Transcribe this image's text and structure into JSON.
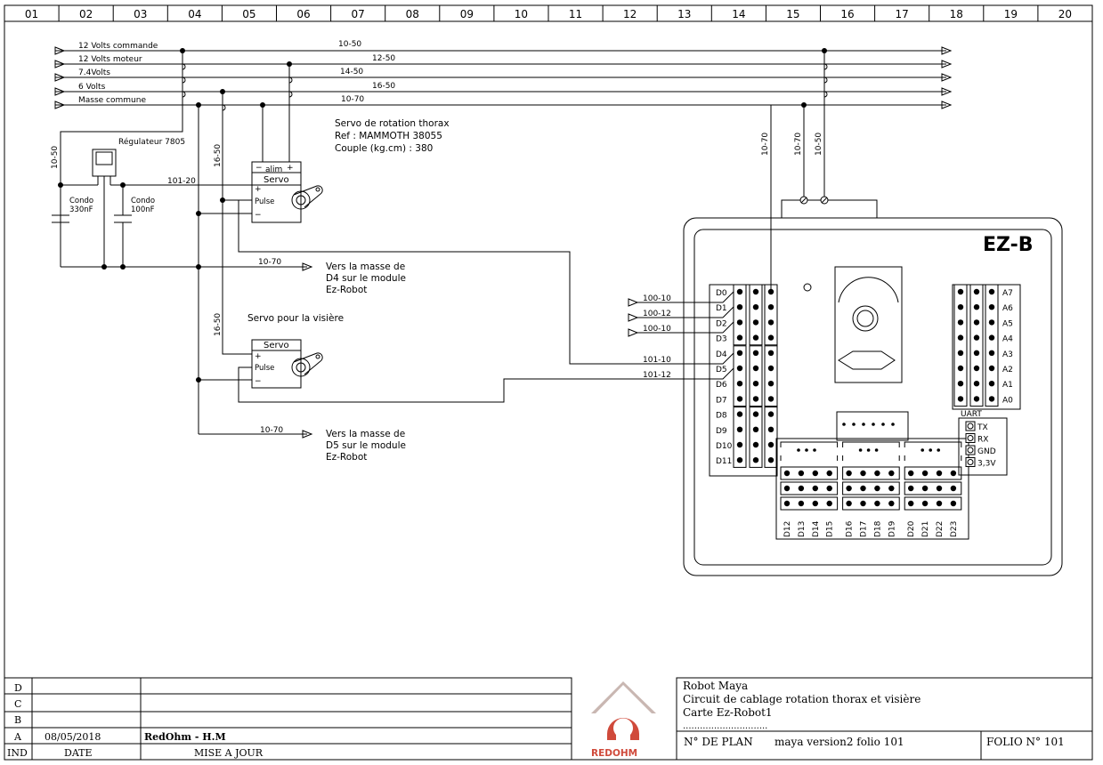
{
  "columns": [
    "01",
    "02",
    "03",
    "04",
    "05",
    "06",
    "07",
    "08",
    "09",
    "10",
    "11",
    "12",
    "13",
    "14",
    "15",
    "16",
    "17",
    "18",
    "19",
    "20"
  ],
  "bus": {
    "lines": [
      {
        "label": "12 Volts commande",
        "ref": "10-50"
      },
      {
        "label": "12 Volts moteur",
        "ref": "12-50"
      },
      {
        "label": "7.4Volts",
        "ref": "14-50"
      },
      {
        "label": "6 Volts",
        "ref": "16-50"
      },
      {
        "label": "Masse commune",
        "ref": "10-70"
      }
    ],
    "vertical_refs": [
      "10-50",
      "16-50",
      "16-50",
      "10-70",
      "10-70",
      "10-50"
    ]
  },
  "regulator": {
    "label": "Régulateur 7805"
  },
  "caps": [
    {
      "name": "Condo",
      "value": "330nF"
    },
    {
      "name": "Condo",
      "value": "100nF"
    }
  ],
  "servo1": {
    "title": "Servo",
    "alim": "alim",
    "minus": "−",
    "plus": "+",
    "pin_plus": "+",
    "pin_pulse": "Pulse",
    "pin_minus": "−",
    "note_line1": "Servo de rotation thorax",
    "note_line2": "Ref : MAMMOTH 38055",
    "note_line3": "Couple (kg.cm) : 380",
    "wire": "101-20"
  },
  "servo2": {
    "title": "Servo",
    "pin_plus": "+",
    "pin_pulse": "Pulse",
    "pin_minus": "−",
    "note": "Servo pour la visière"
  },
  "ground1": {
    "ref": "10-70",
    "line1": "Vers la masse de",
    "line2": "D4 sur le module",
    "line3": "Ez-Robot"
  },
  "ground2": {
    "ref": "10-70",
    "line1": "Vers la masse de",
    "line2": "D5 sur le module",
    "line3": "Ez-Robot"
  },
  "ezb": {
    "title": "EZ-B",
    "inputs": [
      "100-10",
      "100-12",
      "100-10"
    ],
    "outputs": [
      "101-10",
      "101-12"
    ],
    "digital_left": [
      "D0",
      "D1",
      "D2",
      "D3",
      "D4",
      "D5",
      "D6",
      "D7",
      "D8",
      "D9",
      "D10",
      "D11"
    ],
    "analog": [
      "A7",
      "A6",
      "A5",
      "A4",
      "A3",
      "A2",
      "A1",
      "A0"
    ],
    "uart_title": "UART",
    "uart": [
      "TX",
      "RX",
      "GND",
      "3,3V"
    ],
    "digital_bottom": [
      "D12",
      "D13",
      "D14",
      "D15",
      "D16",
      "D17",
      "D18",
      "D19",
      "D20",
      "D21",
      "D22",
      "D23"
    ]
  },
  "title_block": {
    "rows": [
      {
        "ind": "D",
        "date": "",
        "update": ""
      },
      {
        "ind": "C",
        "date": "",
        "update": ""
      },
      {
        "ind": "B",
        "date": "",
        "update": ""
      },
      {
        "ind": "A",
        "date": "08/05/2018",
        "update": "RedOhm - H.M"
      }
    ],
    "header": {
      "ind": "IND",
      "date": "DATE",
      "update": "MISE A JOUR"
    },
    "logo_text": "REDOHM",
    "project": "Robot Maya",
    "description": "Circuit de cablage rotation thorax et visière",
    "board": "Carte Ez-Robot1",
    "dots": "..............................",
    "plan_label": "N° DE PLAN",
    "plan_value": "maya version2 folio 101",
    "folio": "FOLIO N° 101"
  }
}
